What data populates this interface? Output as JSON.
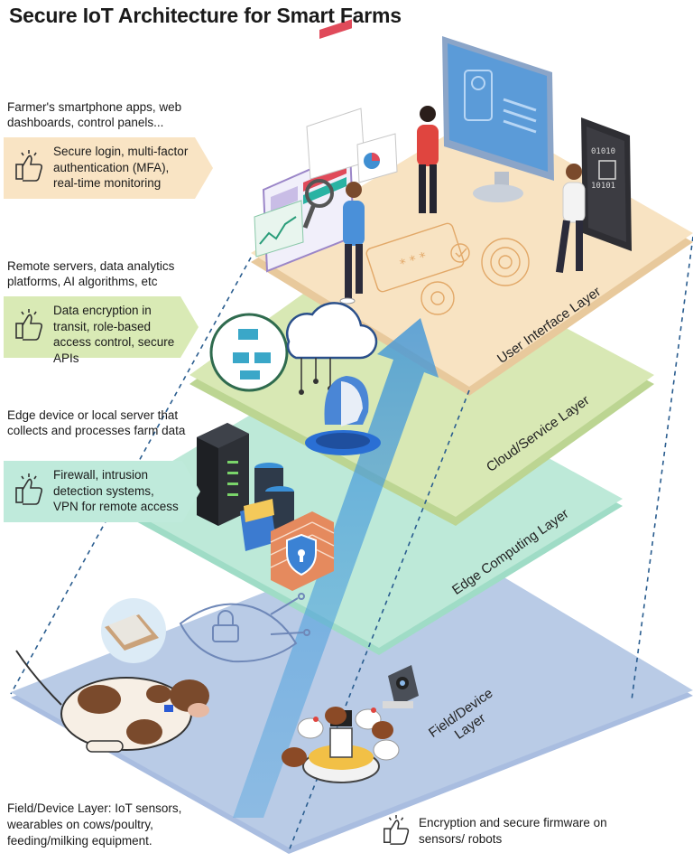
{
  "title": "Secure IoT Architecture for Smart Farms",
  "sections": {
    "ui": {
      "description": "Farmer's smartphone apps, web dashboards, control panels...",
      "callout": "Secure login, multi-factor authentication (MFA), real-time monitoring",
      "layer": "User Interface Layer"
    },
    "cloud": {
      "description": "Remote servers, data analytics platforms, AI algorithms, etc",
      "callout": "Data encryption in transit, role-based access control, secure APIs",
      "layer": "Cloud/Service Layer"
    },
    "edge": {
      "description": "Edge device or local server that collects and processes farm data",
      "callout": "Firewall, intrusion detection systems, VPN for remote access",
      "layer": "Edge Computing Layer"
    },
    "field": {
      "description": "Field/Device Layer: IoT sensors, wearables on cows/poultry, feeding/milking equipment.",
      "callout": "Encryption and secure firmware on sensors/ robots",
      "layer_line1": "Field/Device",
      "layer_line2": "Layer"
    }
  },
  "colors": {
    "ui_layer": "#f8e3c2",
    "cloud_layer": "#d8e8b4",
    "edge_layer": "#bde9d8",
    "field_layer": "#b9cbe6",
    "ui_callout": "#f9e4c4",
    "cloud_callout": "#d9eab5",
    "edge_callout": "#bfeadb",
    "arrow": "#5aa9e0",
    "dashed": "#2a5d8f"
  },
  "icons": [
    "thumbs-up-icon",
    "monitor-icon",
    "smartphone-icon",
    "cloud-icon",
    "ai-head-icon",
    "server-rack-icon",
    "database-icon",
    "firewall-icon",
    "shield-lock-icon",
    "cow-icon",
    "chicken-icon",
    "camera-icon",
    "sensor-tag-icon"
  ]
}
